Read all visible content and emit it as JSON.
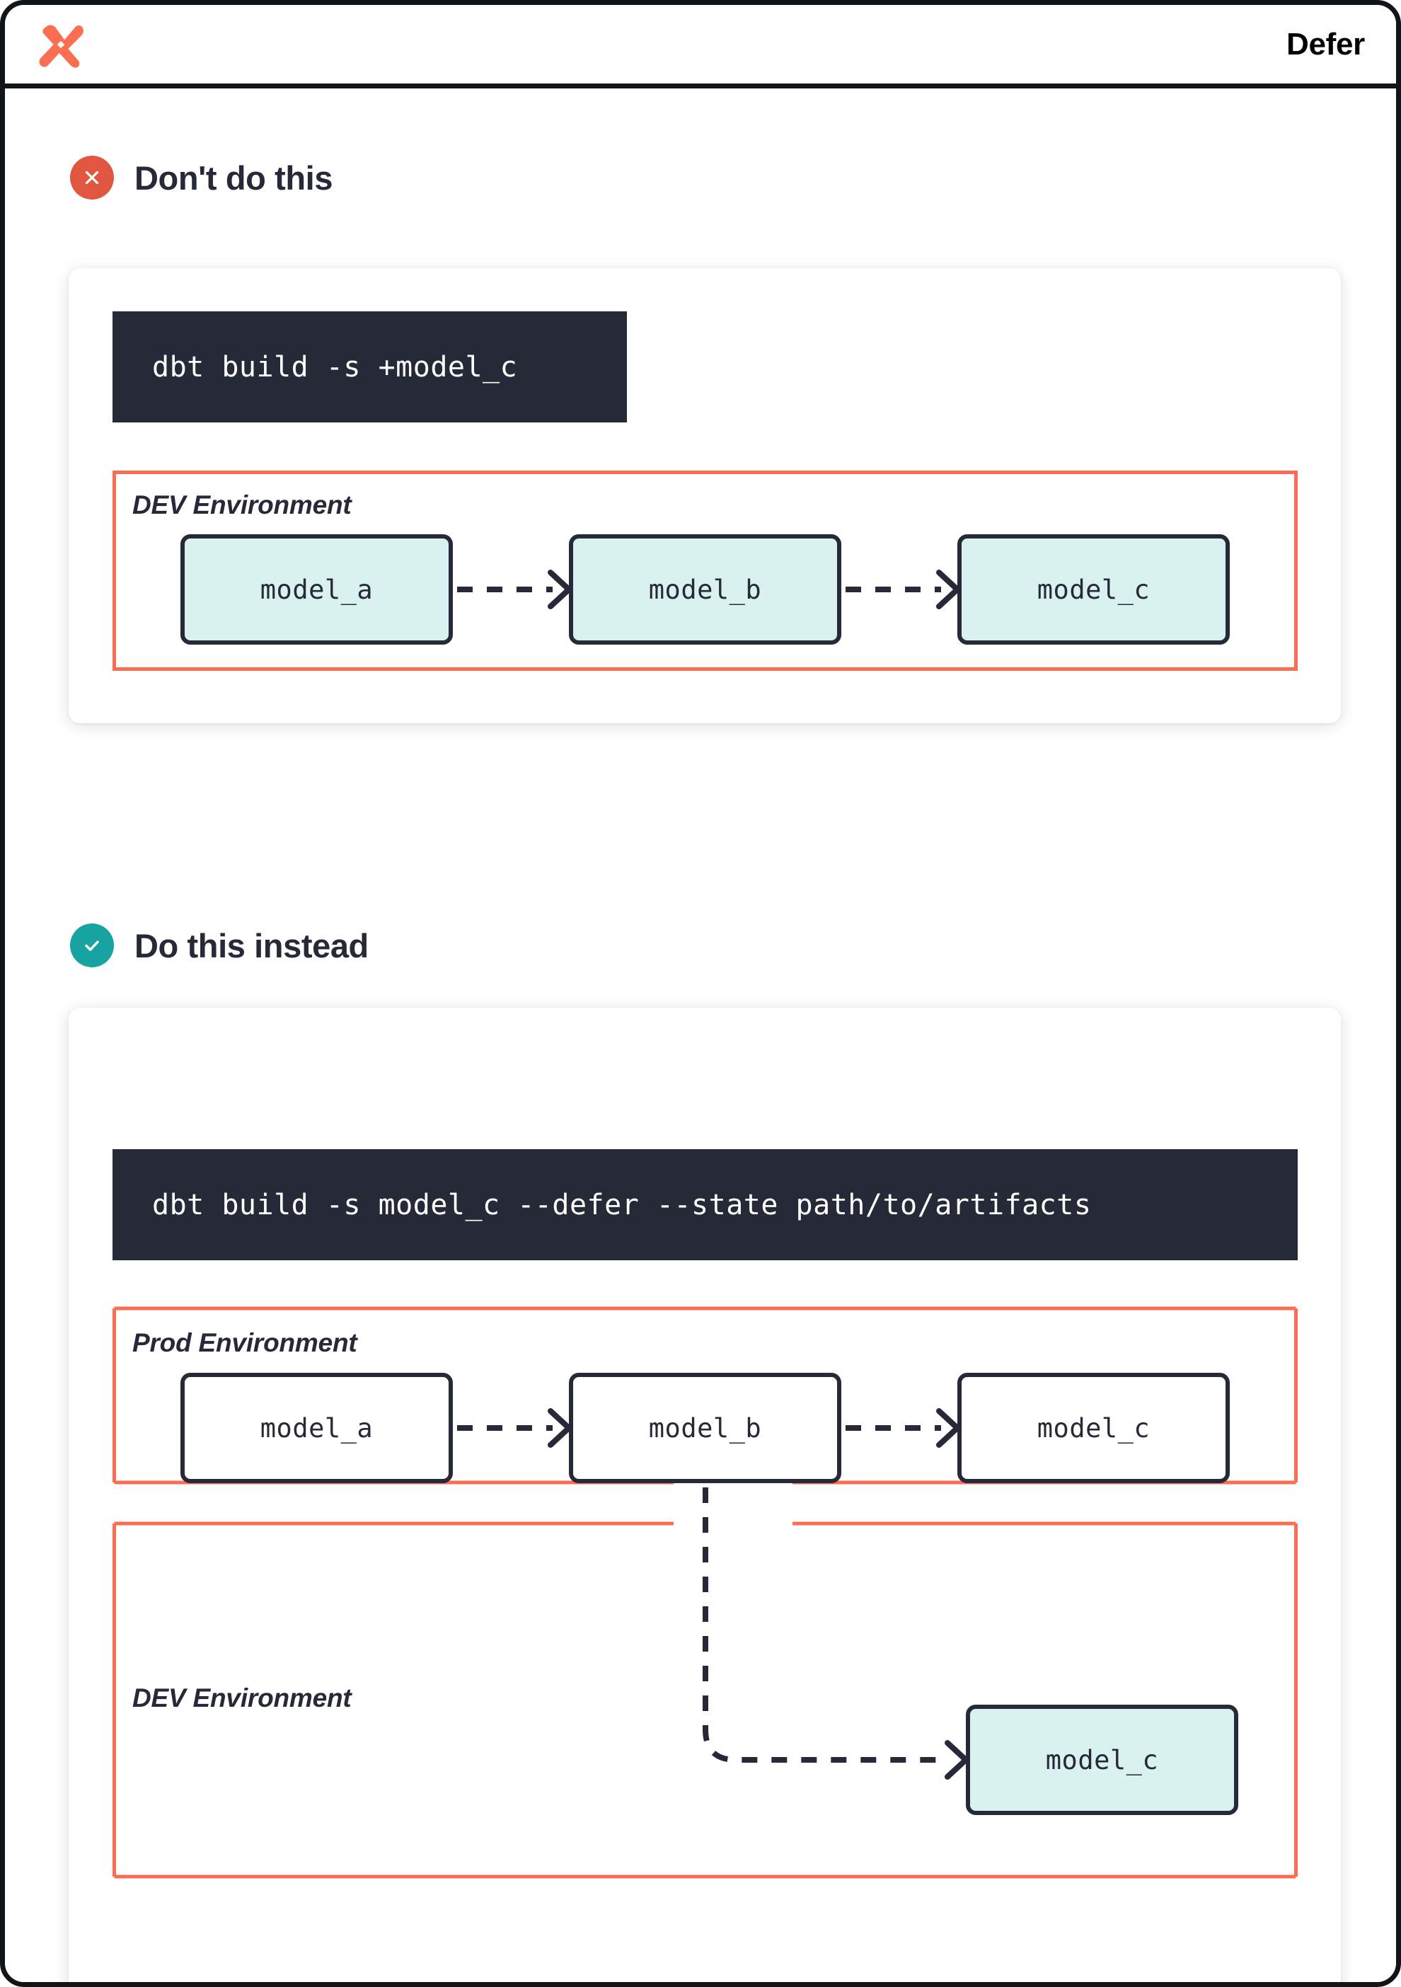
{
  "header": {
    "logo_name": "dbt-logo",
    "title": "Defer"
  },
  "colors": {
    "brand_orange": "#fb6d53",
    "bad_badge": "#e1563f",
    "good_badge": "#18a3a3",
    "dark": "#262a38",
    "node_teal_fill": "#d9f2f0",
    "node_white_fill": "#ffffff",
    "page_border": "#111418"
  },
  "sections": [
    {
      "id": "dont-do-this",
      "badge_icon": "cross-icon",
      "title": "Don't do this",
      "command": "dbt build -s +model_c",
      "environments": [
        {
          "id": "dev",
          "label": "DEV Environment",
          "nodes": [
            {
              "label": "model_a",
              "fill": "teal"
            },
            {
              "label": "model_b",
              "fill": "teal"
            },
            {
              "label": "model_c",
              "fill": "teal"
            }
          ]
        }
      ]
    },
    {
      "id": "do-this-instead",
      "badge_icon": "check-icon",
      "title": "Do this instead",
      "command": "dbt build -s model_c --defer --state path/to/artifacts",
      "environments": [
        {
          "id": "prod",
          "label": "Prod Environment",
          "nodes": [
            {
              "label": "model_a",
              "fill": "plain"
            },
            {
              "label": "model_b",
              "fill": "plain"
            },
            {
              "label": "model_c",
              "fill": "plain"
            }
          ]
        },
        {
          "id": "dev",
          "label": "DEV Environment",
          "nodes": [
            {
              "label": "model_c",
              "fill": "teal"
            }
          ]
        }
      ]
    }
  ]
}
